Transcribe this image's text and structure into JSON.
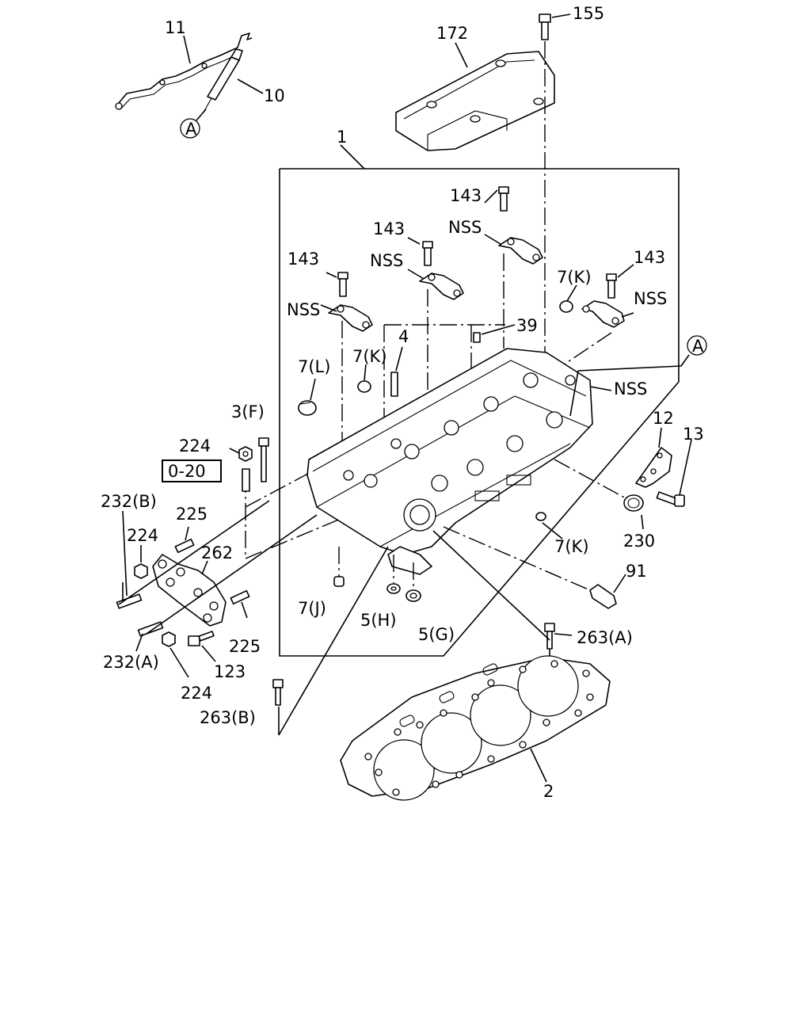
{
  "labels": {
    "l1": "1",
    "l2": "2",
    "l4": "4",
    "l10": "10",
    "l11": "11",
    "l12": "12",
    "l13": "13",
    "l39": "39",
    "l91": "91",
    "l123": "123",
    "l143a": "143",
    "l143b": "143",
    "l143c": "143",
    "l143d": "143",
    "l155": "155",
    "l172": "172",
    "l224a": "224",
    "l224b": "224",
    "l224c": "224",
    "l225a": "225",
    "l225b": "225",
    "l230": "230",
    "l262": "262",
    "l3F": "3(F)",
    "l5G": "5(G)",
    "l5H": "5(H)",
    "l7J": "7(J)",
    "l7K1": "7(K)",
    "l7K2": "7(K)",
    "l7K3": "7(K)",
    "l7L": "7(L)",
    "l232A": "232(A)",
    "l232B": "232(B)",
    "l263A": "263(A)",
    "l263B": "263(B)",
    "nss1": "NSS",
    "nss2": "NSS",
    "nss3": "NSS",
    "nss4": "NSS",
    "nss5": "NSS",
    "ref": "0-20",
    "circA1": "A",
    "circA2": "A"
  }
}
